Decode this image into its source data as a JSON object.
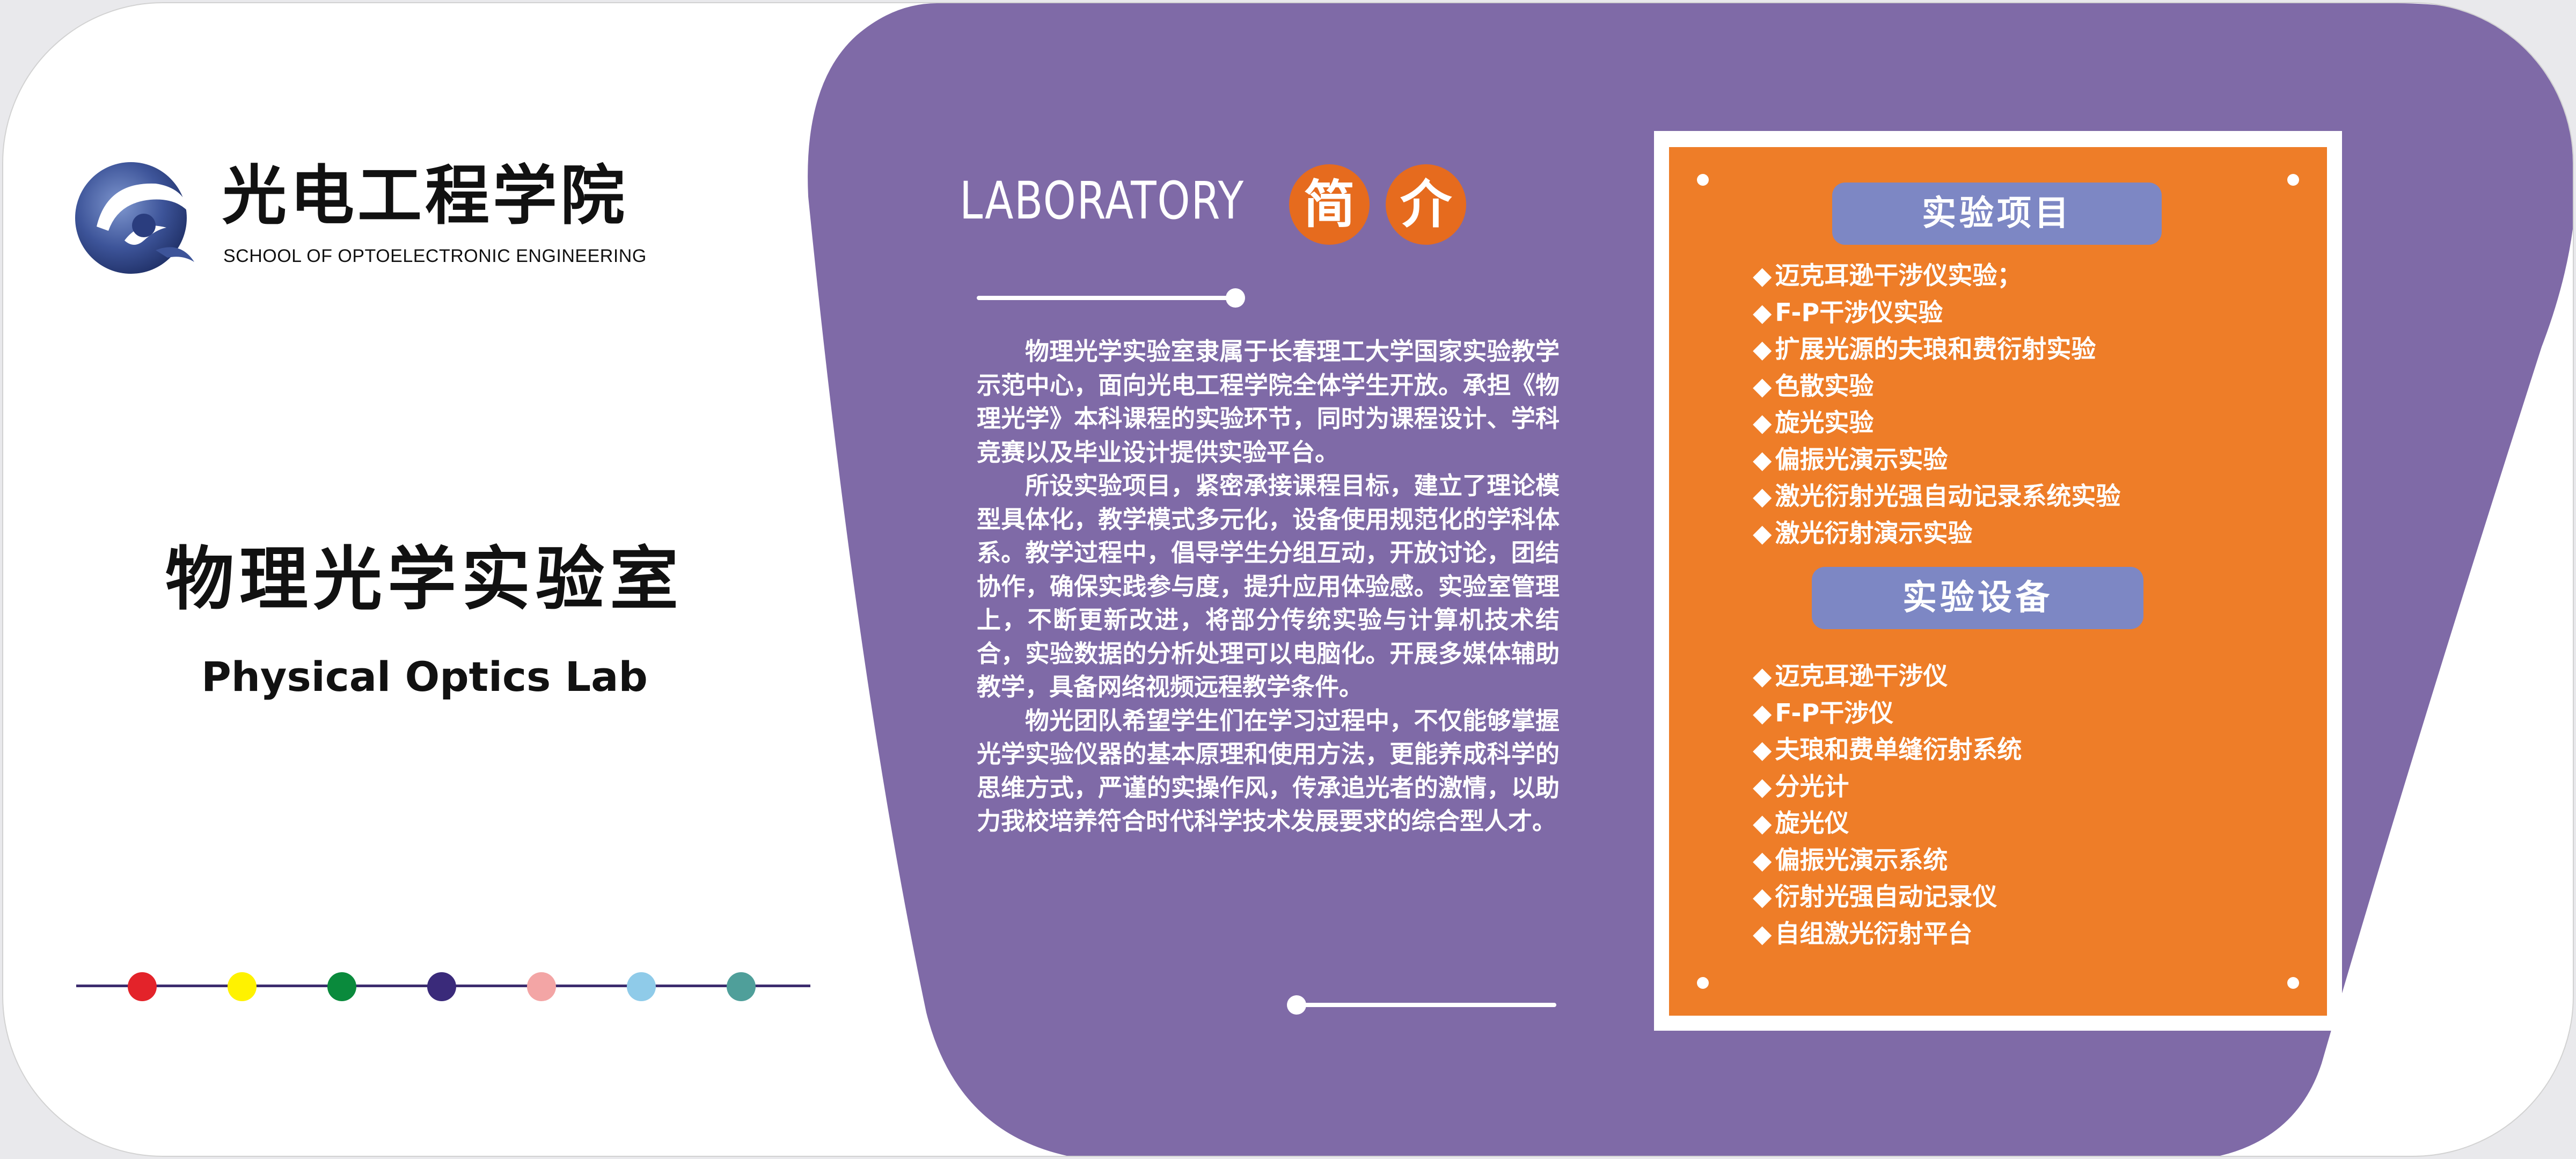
{
  "school": {
    "name_cn": "光电工程学院",
    "name_en": "SCHOOL OF OPTOELECTRONIC ENGINEERING"
  },
  "lab": {
    "name_cn": "物理光学实验室",
    "name_en": "Physical Optics Lab"
  },
  "colors": {
    "purple": "#7f6aa7",
    "orange": "#ee7d28",
    "badge_orange": "#e66b1e",
    "pill_blue": "#7d87c4",
    "line_dark": "#3c2c6e",
    "logo_blue": "#3d5499"
  },
  "decor_dots": [
    "#e3232a",
    "#fff200",
    "#0a8a3c",
    "#3a2a7a",
    "#f3a5a5",
    "#8fcbe9",
    "#4f9f9a"
  ],
  "intro": {
    "heading_en": "LABORATORY",
    "badges": [
      "简",
      "介"
    ],
    "paragraphs": [
      "物理光学实验室隶属于长春理工大学国家实验教学示范中心，面向光电工程学院全体学生开放。承担《物理光学》本科课程的实验环节，同时为课程设计、学科竞赛以及毕业设计提供实验平台。",
      "所设实验项目，紧密承接课程目标，建立了理论模型具体化，教学模式多元化，设备使用规范化的学科体系。教学过程中，倡导学生分组互动，开放讨论，团结协作，确保实践参与度，提升应用体验感。实验室管理上，不断更新改进，将部分传统实验与计算机技术结合，实验数据的分析处理可以电脑化。开展多媒体辅助教学，具备网络视频远程教学条件。",
      "物光团队希望学生们在学习过程中，不仅能够掌握光学实验仪器的基本原理和使用方法，更能养成科学的思维方式，严谨的实操作风，传承追光者的激情，以助力我校培养符合时代科学技术发展要求的综合型人才。"
    ]
  },
  "experiments": {
    "title": "实验项目",
    "bullet": "◆",
    "items": [
      "迈克耳逊干涉仪实验；",
      "F-P干涉仪实验",
      "扩展光源的夫琅和费衍射实验",
      "色散实验",
      "旋光实验",
      "偏振光演示实验",
      "激光衍射光强自动记录系统实验",
      "激光衍射演示实验"
    ]
  },
  "equipment": {
    "title": "实验设备",
    "bullet": "◆",
    "items": [
      "迈克耳逊干涉仪",
      "F-P干涉仪",
      "夫琅和费单缝衍射系统",
      "分光计",
      "旋光仪",
      "偏振光演示系统",
      "衍射光强自动记录仪",
      "自组激光衍射平台"
    ]
  }
}
